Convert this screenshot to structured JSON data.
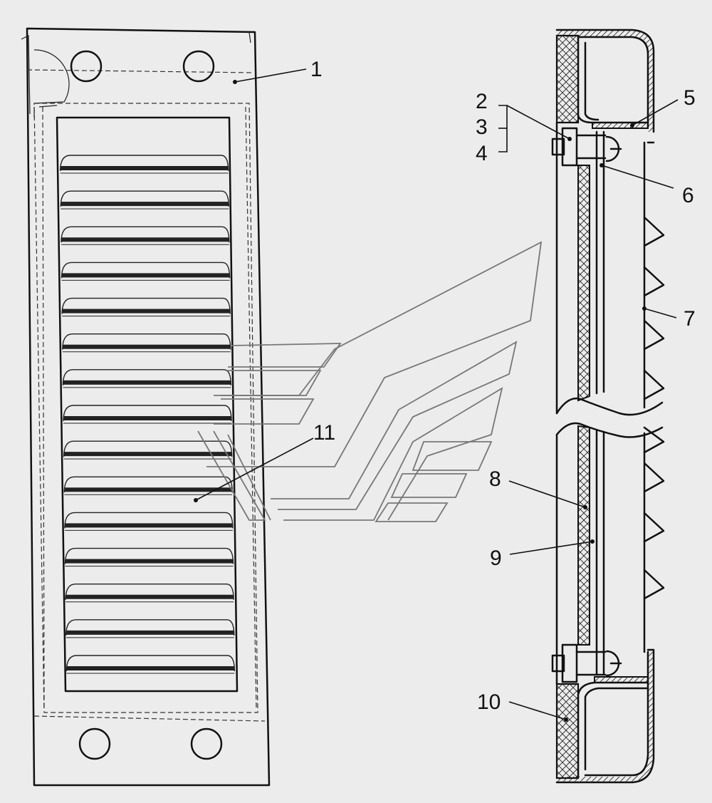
{
  "callouts": {
    "c1": "1",
    "c2": "2",
    "c3": "3",
    "c4": "4",
    "c5": "5",
    "c6": "6",
    "c7": "7",
    "c8": "8",
    "c9": "9",
    "c10": "10",
    "c11": "11"
  },
  "views": {
    "front": "louvered-grille-front-view",
    "section": "louvered-grille-side-section"
  },
  "colors": {
    "background": "#ececec",
    "ink": "#111111",
    "watermark": "#777777"
  }
}
